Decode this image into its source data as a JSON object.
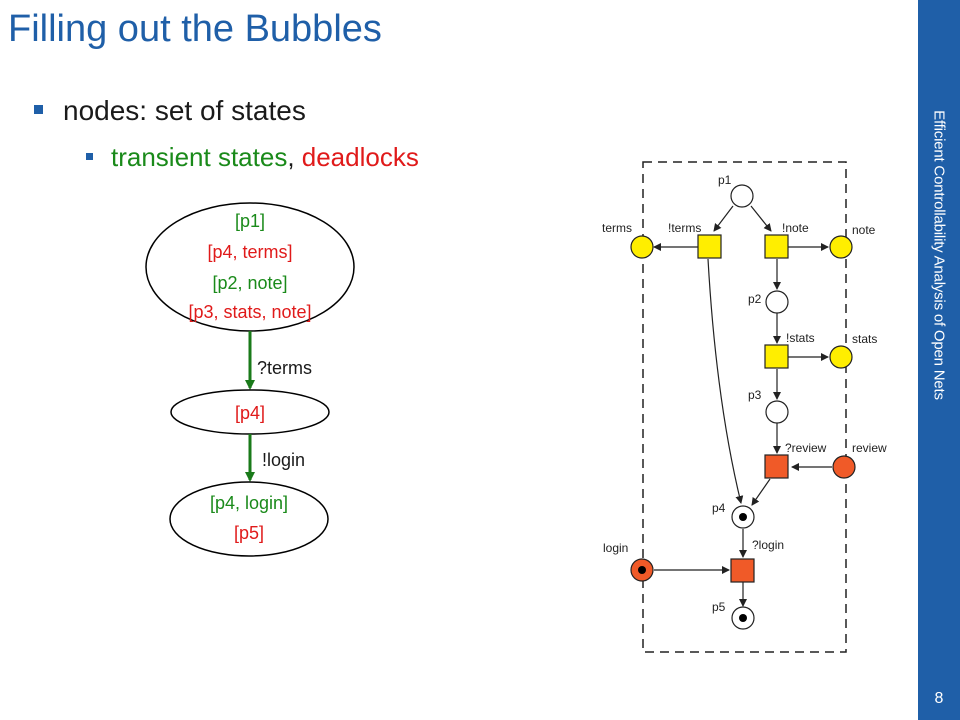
{
  "slide": {
    "title": "Filling out the Bubbles",
    "bullet1": "nodes: set of states",
    "bullet2_part1": "transient states",
    "bullet2_sep": ", ",
    "bullet2_part2": "deadlocks",
    "sidebar_text": "Efficient Controllability Analysis of Open Nets",
    "page_number": "8"
  },
  "graph": {
    "node1": [
      "[p1]",
      "[p4, terms]",
      "[p2, note]",
      "[p3, stats, note]"
    ],
    "node2": [
      "[p4]"
    ],
    "node3": [
      "[p4, login]",
      "[p5]"
    ],
    "edge1": "?terms",
    "edge2": "!login"
  },
  "petri": {
    "places": {
      "p1": "p1",
      "p2": "p2",
      "p3": "p3",
      "p4": "p4",
      "p5": "p5",
      "terms": "terms",
      "note": "note",
      "stats": "stats",
      "review": "review",
      "login": "login"
    },
    "transitions": {
      "t_terms": "!terms",
      "t_note": "!note",
      "t_stats": "!stats",
      "t_review": "?review",
      "t_login": "?login"
    }
  },
  "colors": {
    "blue": "#1f5fa8",
    "green": "#1a8a1a",
    "red": "#e01a1a",
    "yellow": "#ffee00",
    "orange": "#f05a28"
  }
}
